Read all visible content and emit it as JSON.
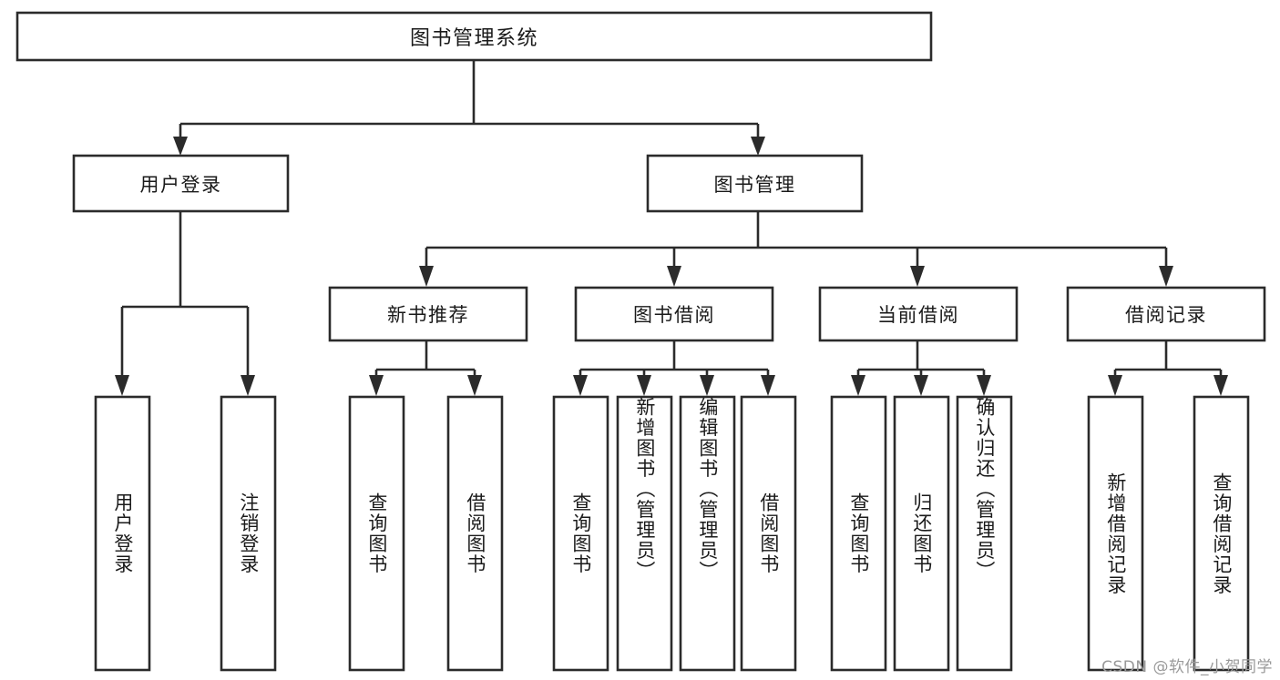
{
  "diagram": {
    "kind": "功能结构图",
    "root": {
      "id": "root",
      "label": "图书管理系统"
    },
    "level2": [
      {
        "id": "user-login",
        "label": "用户登录"
      },
      {
        "id": "book-manage",
        "label": "图书管理"
      }
    ],
    "level3": [
      {
        "id": "new-book-recommend",
        "label": "新书推荐",
        "parent": "book-manage"
      },
      {
        "id": "book-borrow",
        "label": "图书借阅",
        "parent": "book-manage"
      },
      {
        "id": "current-borrow",
        "label": "当前借阅",
        "parent": "book-manage"
      },
      {
        "id": "borrow-record",
        "label": "借阅记录",
        "parent": "book-manage"
      }
    ],
    "leaves": {
      "user-login": [
        {
          "id": "leaf-user-login",
          "label": "用户登录"
        },
        {
          "id": "leaf-logout",
          "label": "注销登录"
        }
      ],
      "new-book-recommend": [
        {
          "id": "leaf-query-book-1",
          "label": "查询图书"
        },
        {
          "id": "leaf-borrow-book-1",
          "label": "借阅图书"
        }
      ],
      "book-borrow": [
        {
          "id": "leaf-query-book-2",
          "label": "查询图书"
        },
        {
          "id": "leaf-add-book",
          "label": "新增图书（管理员）"
        },
        {
          "id": "leaf-edit-book",
          "label": "编辑图书（管理员）"
        },
        {
          "id": "leaf-borrow-book-2",
          "label": "借阅图书"
        }
      ],
      "current-borrow": [
        {
          "id": "leaf-query-book-3",
          "label": "查询图书"
        },
        {
          "id": "leaf-return-book",
          "label": "归还图书"
        },
        {
          "id": "leaf-confirm-return",
          "label": "确认归还（管理员）"
        }
      ],
      "borrow-record": [
        {
          "id": "leaf-add-record",
          "label": "新增借阅记录"
        },
        {
          "id": "leaf-query-record",
          "label": "查询借阅记录"
        }
      ]
    }
  },
  "style": {
    "stroke_color": "#2b2b2b",
    "fill_color": "#ffffff",
    "text_color": "#1a1a1a",
    "background": "#ffffff",
    "watermark_color": "#9a9a9a"
  },
  "watermark": {
    "text": "CSDN @软件_小贺同学"
  }
}
